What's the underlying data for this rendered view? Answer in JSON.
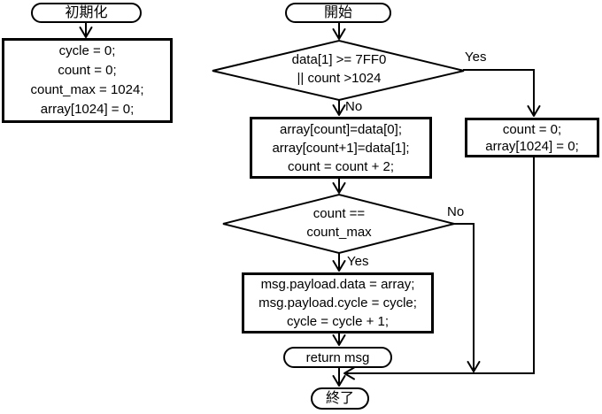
{
  "canvas": {
    "background": "#ffffff",
    "stroke_color": "#000000"
  },
  "left_column": {
    "init_terminal": {
      "label": "初期化"
    },
    "init_process": {
      "lines": [
        "cycle = 0;",
        "count = 0;",
        "count_max = 1024;",
        "array[1024] = 0;"
      ]
    }
  },
  "main_flow": {
    "start_terminal": {
      "label": "開始"
    },
    "decision_overflow": {
      "lines": [
        "data[1] >= 7FF0",
        "|| count >1024"
      ],
      "yes_label": "Yes",
      "no_label": "No"
    },
    "store_process": {
      "lines": [
        "array[count]=data[0];",
        "array[count+1]=data[1];",
        "count = count + 2;"
      ]
    },
    "decision_countmax": {
      "lines": [
        "count ==",
        "count_max"
      ],
      "yes_label": "Yes",
      "no_label": "No"
    },
    "emit_process": {
      "lines": [
        "msg.payload.data = array;",
        "msg.payload.cycle = cycle;",
        "cycle = cycle + 1;"
      ]
    },
    "return_terminal": {
      "label": "return msg"
    },
    "end_terminal": {
      "label": "終了"
    }
  },
  "side_flow": {
    "reset_process": {
      "lines": [
        "count = 0;",
        "array[1024] = 0;"
      ]
    }
  }
}
